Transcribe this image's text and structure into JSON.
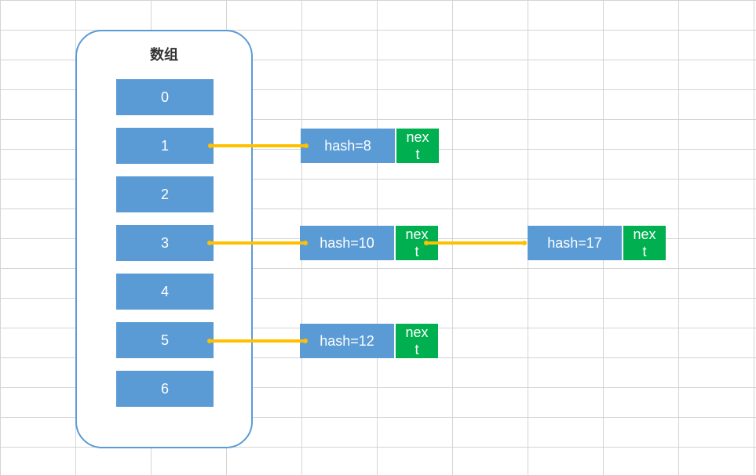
{
  "diagram": {
    "array_title": "数组",
    "array_indices": [
      "0",
      "1",
      "2",
      "3",
      "4",
      "5",
      "6"
    ],
    "nodes": [
      {
        "hash": "hash=8",
        "next": "next",
        "slot": 1
      },
      {
        "hash": "hash=10",
        "next": "next",
        "slot": 3
      },
      {
        "hash": "hash=12",
        "next": "next",
        "slot": 5
      },
      {
        "hash": "hash=17",
        "next": "next",
        "slot": 3
      }
    ],
    "colors": {
      "cell": "#5b9bd5",
      "next": "#00b050",
      "arrow": "#ffc000",
      "border": "#5b9bd5"
    }
  }
}
